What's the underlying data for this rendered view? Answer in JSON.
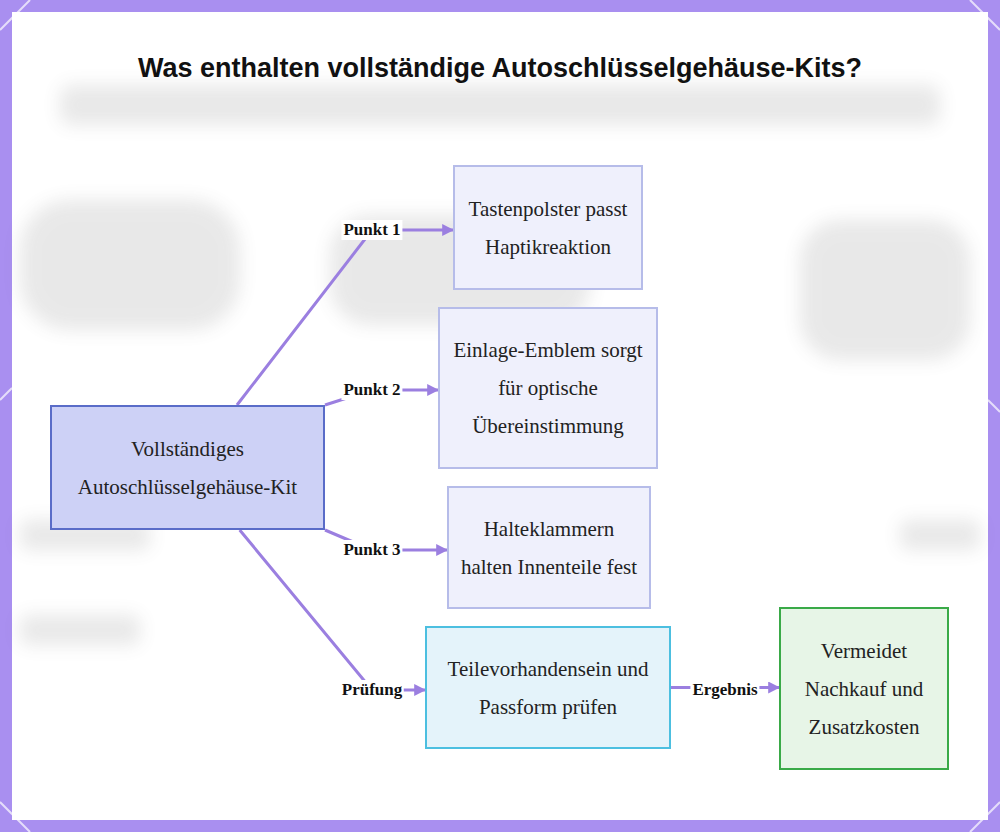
{
  "diagram": {
    "title": "Was enthalten vollständige Autoschlüsselgehäuse-Kits?",
    "nodes": [
      {
        "text": [
          "Vollständiges Autoschlüsselgehäuse-Kit"
        ]
      },
      {
        "text": [
          "Tastenpolster passt Haptikreaktion"
        ]
      },
      {
        "text": [
          "Einlage-Emblem sorgt für optische Übereinstimmung"
        ]
      },
      {
        "text": [
          "Halteklammern halten Innenteile fest"
        ]
      },
      {
        "text": [
          "Teilevorhandensein und Passform prüfen"
        ]
      },
      {
        "text": [
          "Vermeidet Nachkauf und Zusatzkosten"
        ]
      }
    ],
    "edges": [
      {
        "from": 0,
        "to": 1,
        "label": "Punkt 1",
        "arrow": "to"
      },
      {
        "from": 0,
        "to": 2,
        "label": "Punkt 2",
        "arrow": "to"
      },
      {
        "from": 0,
        "to": 3,
        "label": "Punkt 3",
        "arrow": "to"
      },
      {
        "from": 0,
        "to": 4,
        "label": "Prüfung",
        "arrow": "to"
      },
      {
        "from": 4,
        "to": 5,
        "label": "Ergebnis",
        "arrow": "to"
      }
    ]
  }
}
